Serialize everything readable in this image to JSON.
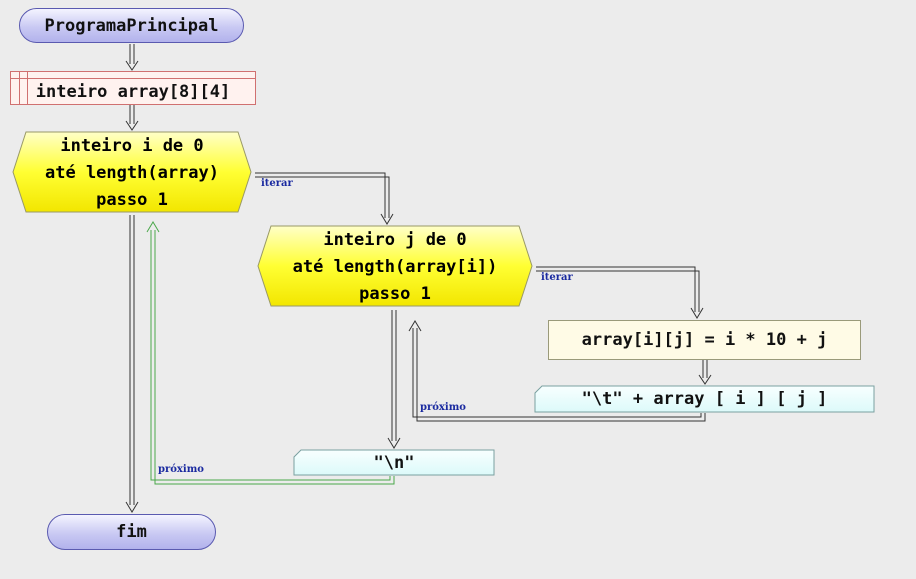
{
  "start": {
    "label": "ProgramaPrincipal"
  },
  "declaration": {
    "label": "inteiro array[8][4]"
  },
  "outer_loop": {
    "line1": "inteiro i de 0",
    "line2": "até length(array)",
    "line3": "passo 1"
  },
  "inner_loop": {
    "line1": "inteiro j de 0",
    "line2": "até length(array[i])",
    "line3": "passo 1"
  },
  "assignment": {
    "label": "array[i][j] = i * 10 + j"
  },
  "write_element": {
    "label": "\"\\t\" + array [ i ] [ j ]"
  },
  "write_newline": {
    "label": "\"\\n\""
  },
  "end": {
    "label": "fim"
  },
  "edge_labels": {
    "outer_iterate": "iterar",
    "inner_iterate": "iterar",
    "inner_next": "próximo",
    "outer_next": "próximo"
  },
  "colors": {
    "background": "#ececec",
    "loop_fill": "#ffff33",
    "output_fill": "#eaffff",
    "next_line": "#4aa84a",
    "label_text": "#1a2aa0"
  }
}
